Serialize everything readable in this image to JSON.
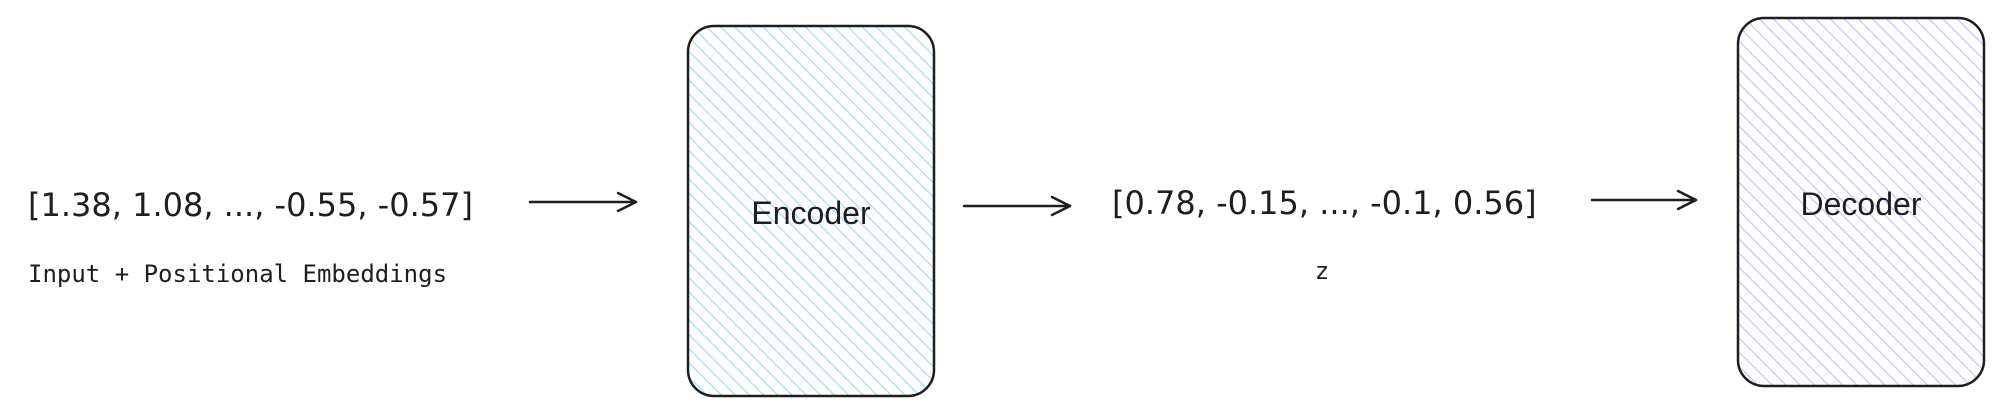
{
  "input": {
    "vector": "[1.38, 1.08, ..., -0.55, -0.57]",
    "label": "Input + Positional Embeddings"
  },
  "encoder": {
    "label": "Encoder",
    "fill_color": "#a5d8ff"
  },
  "latent": {
    "vector": "[0.78, -0.15, ..., -0.1, 0.56]",
    "label": "z"
  },
  "decoder": {
    "label": "Decoder",
    "fill_color": "#d0bfff"
  },
  "stroke_color": "#1e1e1e"
}
